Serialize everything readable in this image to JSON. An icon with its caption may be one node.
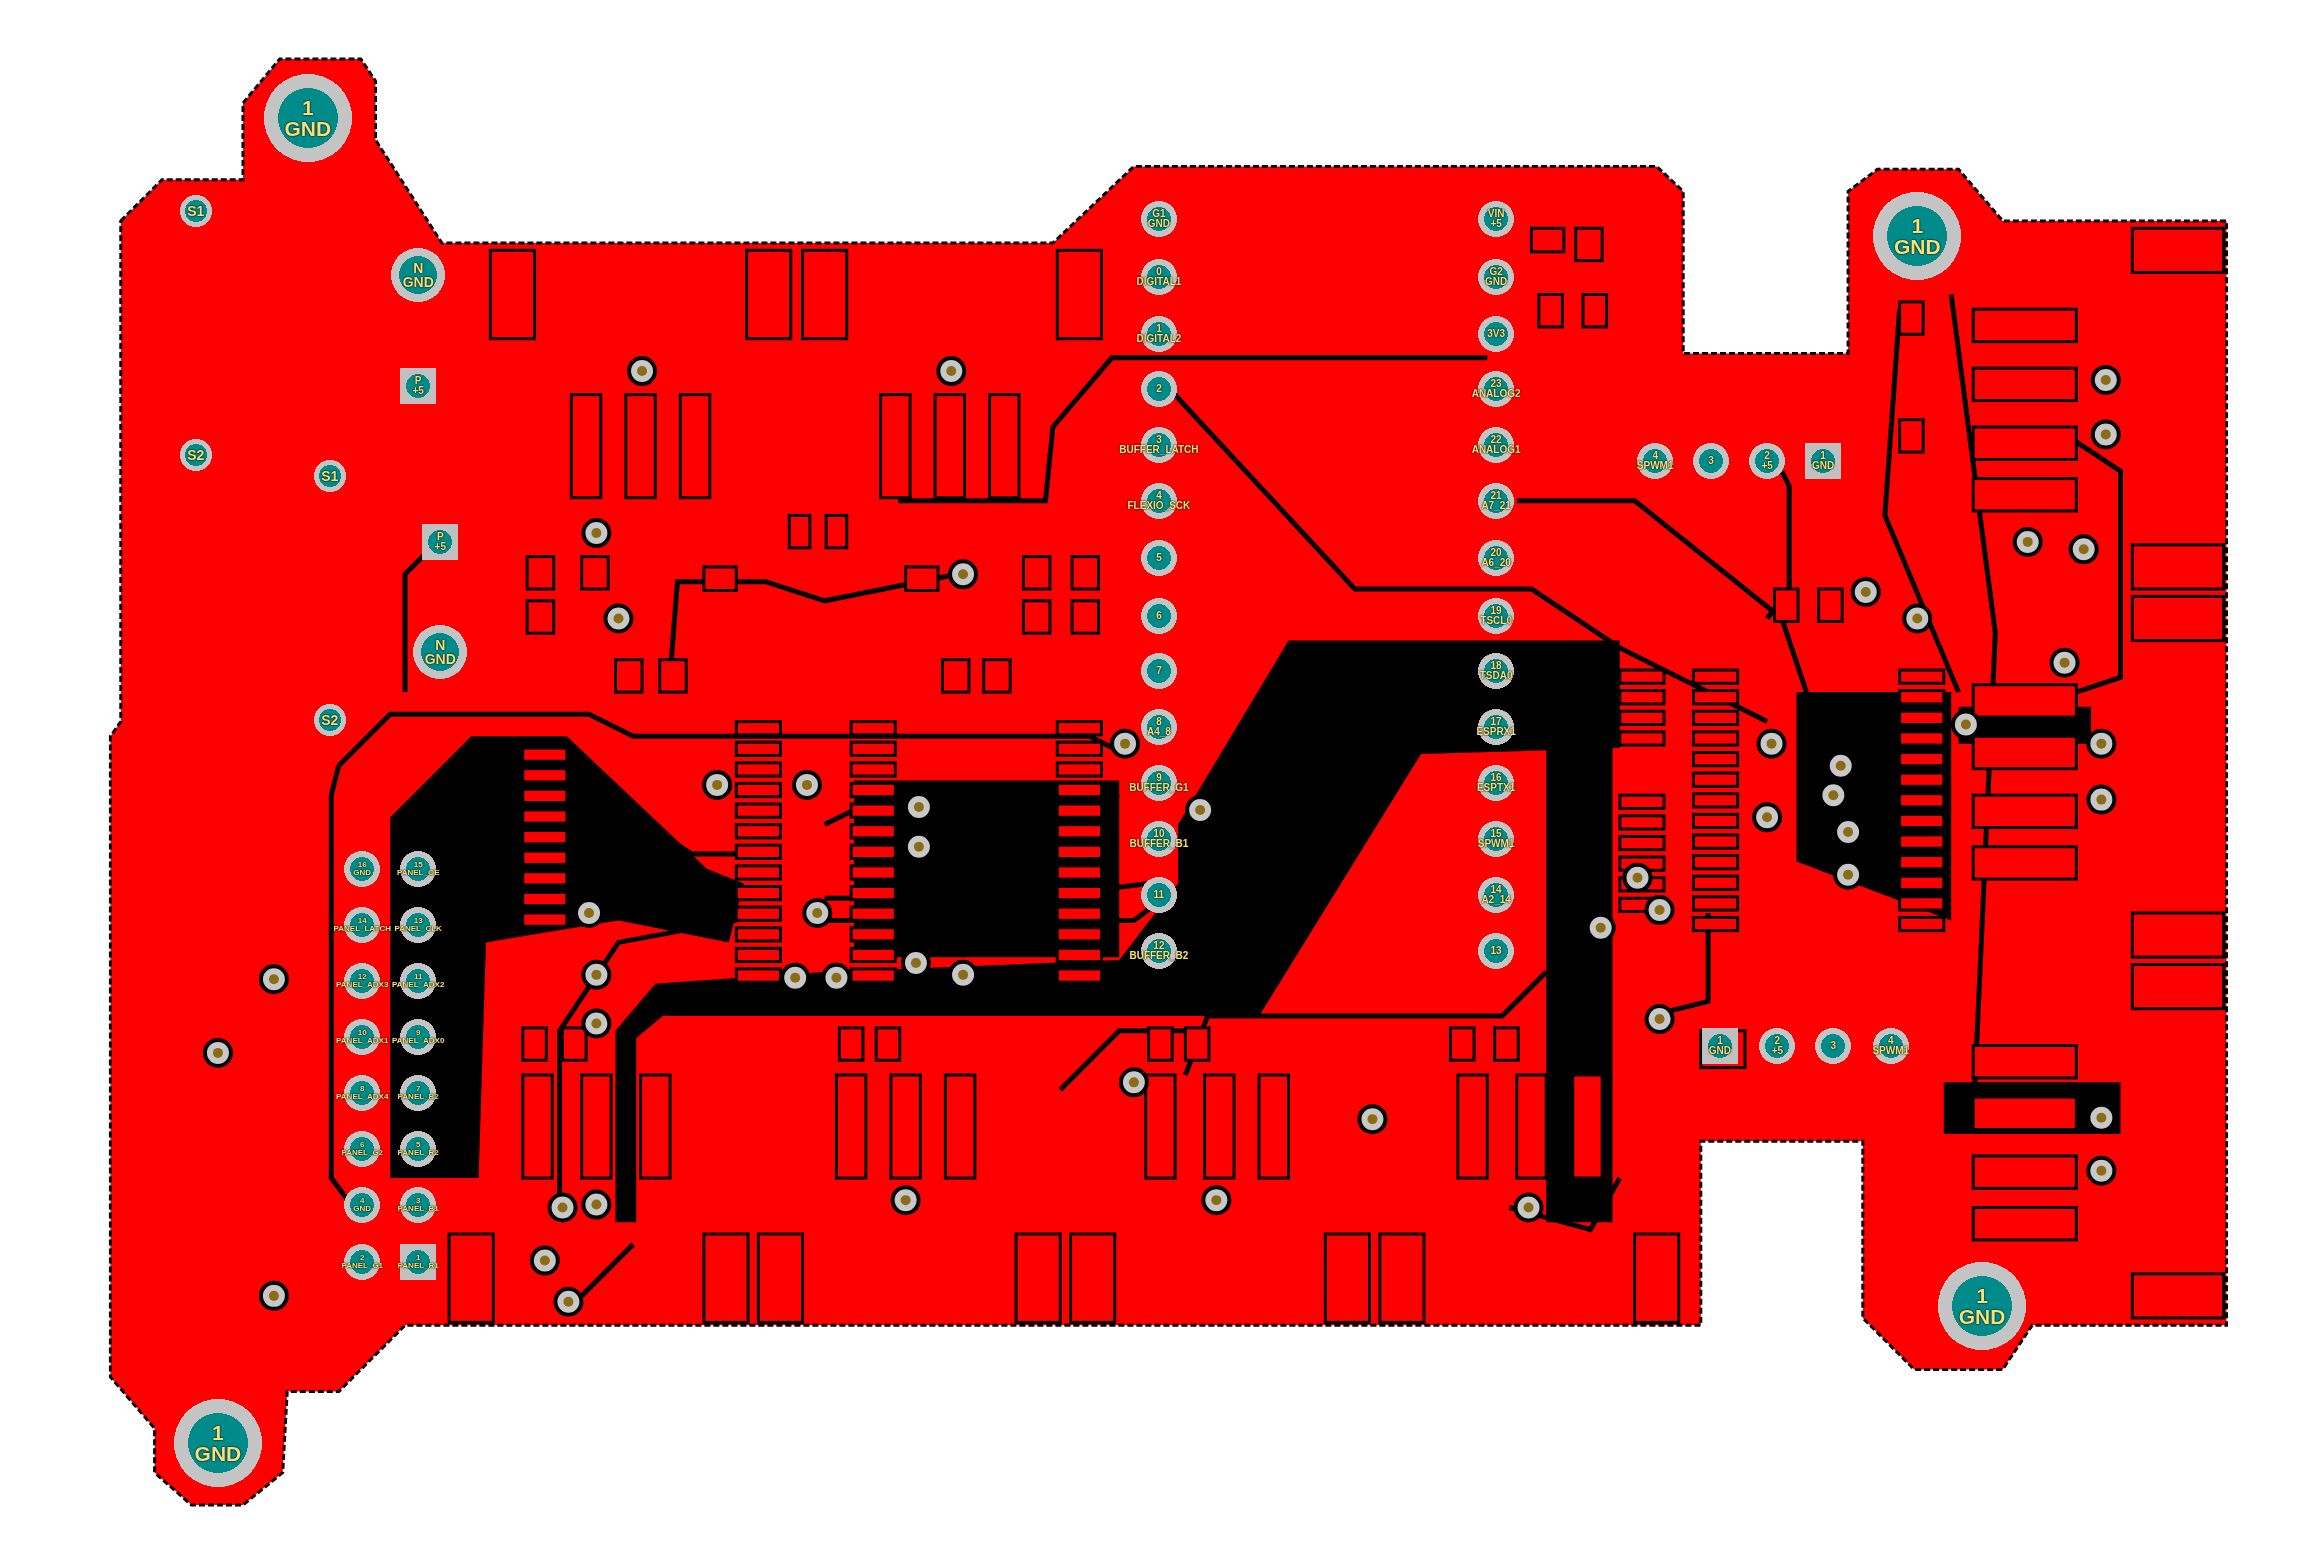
{
  "diagram": {
    "labels": [
      "1 GND",
      "S1",
      "G1 GND",
      "VIN +5",
      "1 GND",
      "N GND",
      "0 DIGITAL1",
      "G2 GND",
      "1 DIGITAL2",
      "3V3",
      "P +5",
      "2",
      "23 ANALOG2",
      "3 BUFFER_LATCH",
      "22 ANALOG1",
      "S2",
      "4 SPWM1",
      "3",
      "2 +5",
      "1 GND",
      "S1",
      "4 FLEXIO_SCK",
      "21 A7_21",
      "P +5",
      "5",
      "20 A6_20",
      "6",
      "19 TSCL0",
      "N GND",
      "7",
      "18 TSDA0",
      "S2",
      "8 A4_8",
      "17 ESPRX1",
      "9 BUFFER_G1",
      "16 ESPTX1",
      "10 BUFFER_B1",
      "15 SPWM1",
      "16 GND",
      "15 PANEL_OE",
      "11",
      "14 A2_14",
      "14 PANEL_LATCH",
      "13 PANEL_CLK",
      "12 BUFFER_B2",
      "13",
      "12 PANEL_ADX3",
      "11 PANEL_ADX2",
      "10 PANEL_ADX1",
      "9 PANEL_ADX0",
      "1 GND",
      "2 +5",
      "3",
      "4 SPWM1",
      "8 PANEL_ADX4",
      "7 PANEL_B2",
      "6 PANEL_G2",
      "5 PANEL_R2",
      "4 GND",
      "3 PANEL_B1",
      "2 PANEL_G1",
      "1 PANEL_R1",
      "1 GND",
      "1 GND"
    ]
  }
}
